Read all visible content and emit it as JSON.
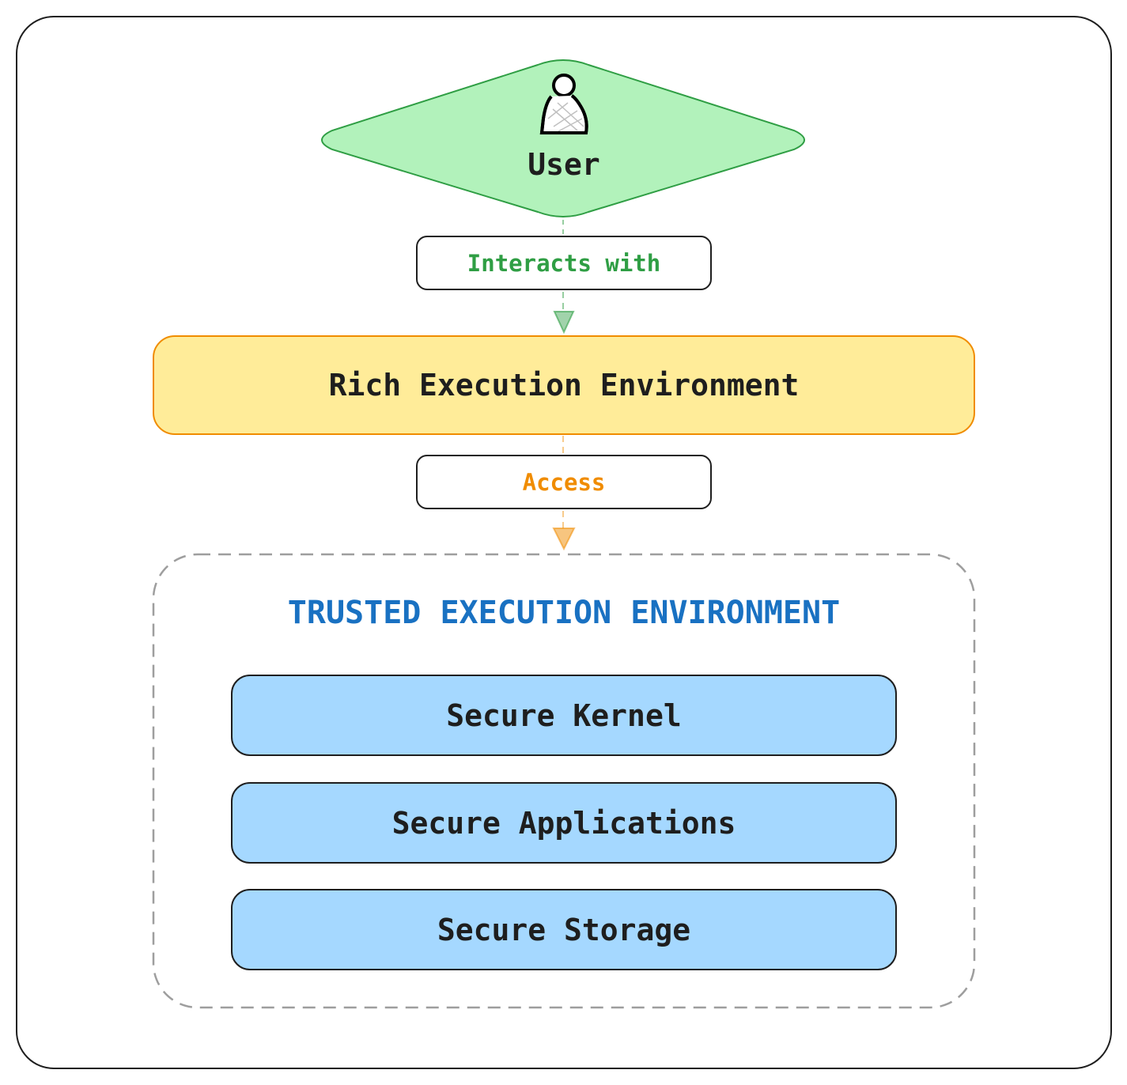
{
  "user": {
    "label": "User",
    "icon": "user-icon",
    "fill": "#b2f2bb",
    "stroke": "#2f9e44"
  },
  "edges": [
    {
      "label": "Interacts with",
      "color": "#2f9e44"
    },
    {
      "label": "Access",
      "color": "#f08c00"
    }
  ],
  "ree": {
    "label": "Rich Execution Environment",
    "fill": "#ffec99",
    "stroke": "#f08c00"
  },
  "tee": {
    "title": "TRUSTED EXECUTION ENVIRONMENT",
    "title_color": "#1971c2",
    "items": [
      {
        "label": "Secure Kernel"
      },
      {
        "label": "Secure Applications"
      },
      {
        "label": "Secure Storage"
      }
    ],
    "item_fill": "#a5d8ff"
  }
}
